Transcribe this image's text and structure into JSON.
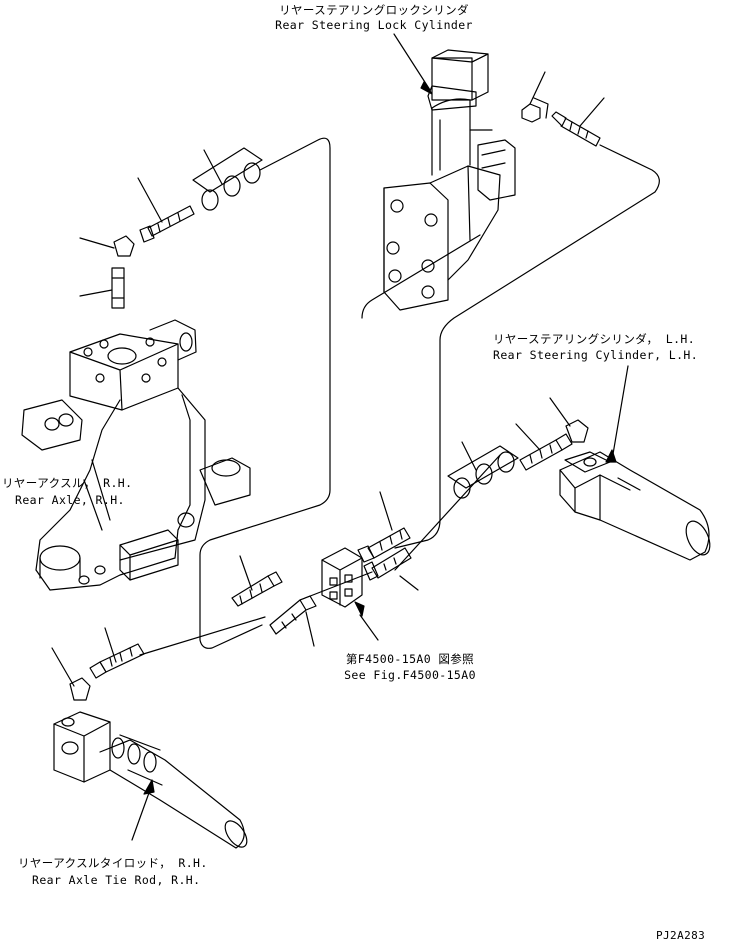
{
  "labels": {
    "lock_cylinder_jp": "リヤーステアリングロックシリンダ",
    "lock_cylinder_en": "Rear Steering Lock Cylinder",
    "steering_cylinder_jp": "リヤーステアリングシリンダ， L.H.",
    "steering_cylinder_en": "Rear Steering Cylinder, L.H.",
    "rear_axle_jp": "リヤーアクスル， R.H.",
    "rear_axle_en": "Rear Axle, R.H.",
    "see_fig_jp": "第F4500-15A0 図参照",
    "see_fig_en": "See Fig.F4500-15A0",
    "tie_rod_jp": "リヤーアクスルタイロッド， R.H.",
    "tie_rod_en": "Rear Axle Tie Rod, R.H.",
    "drawing_code": "PJ2A283"
  }
}
